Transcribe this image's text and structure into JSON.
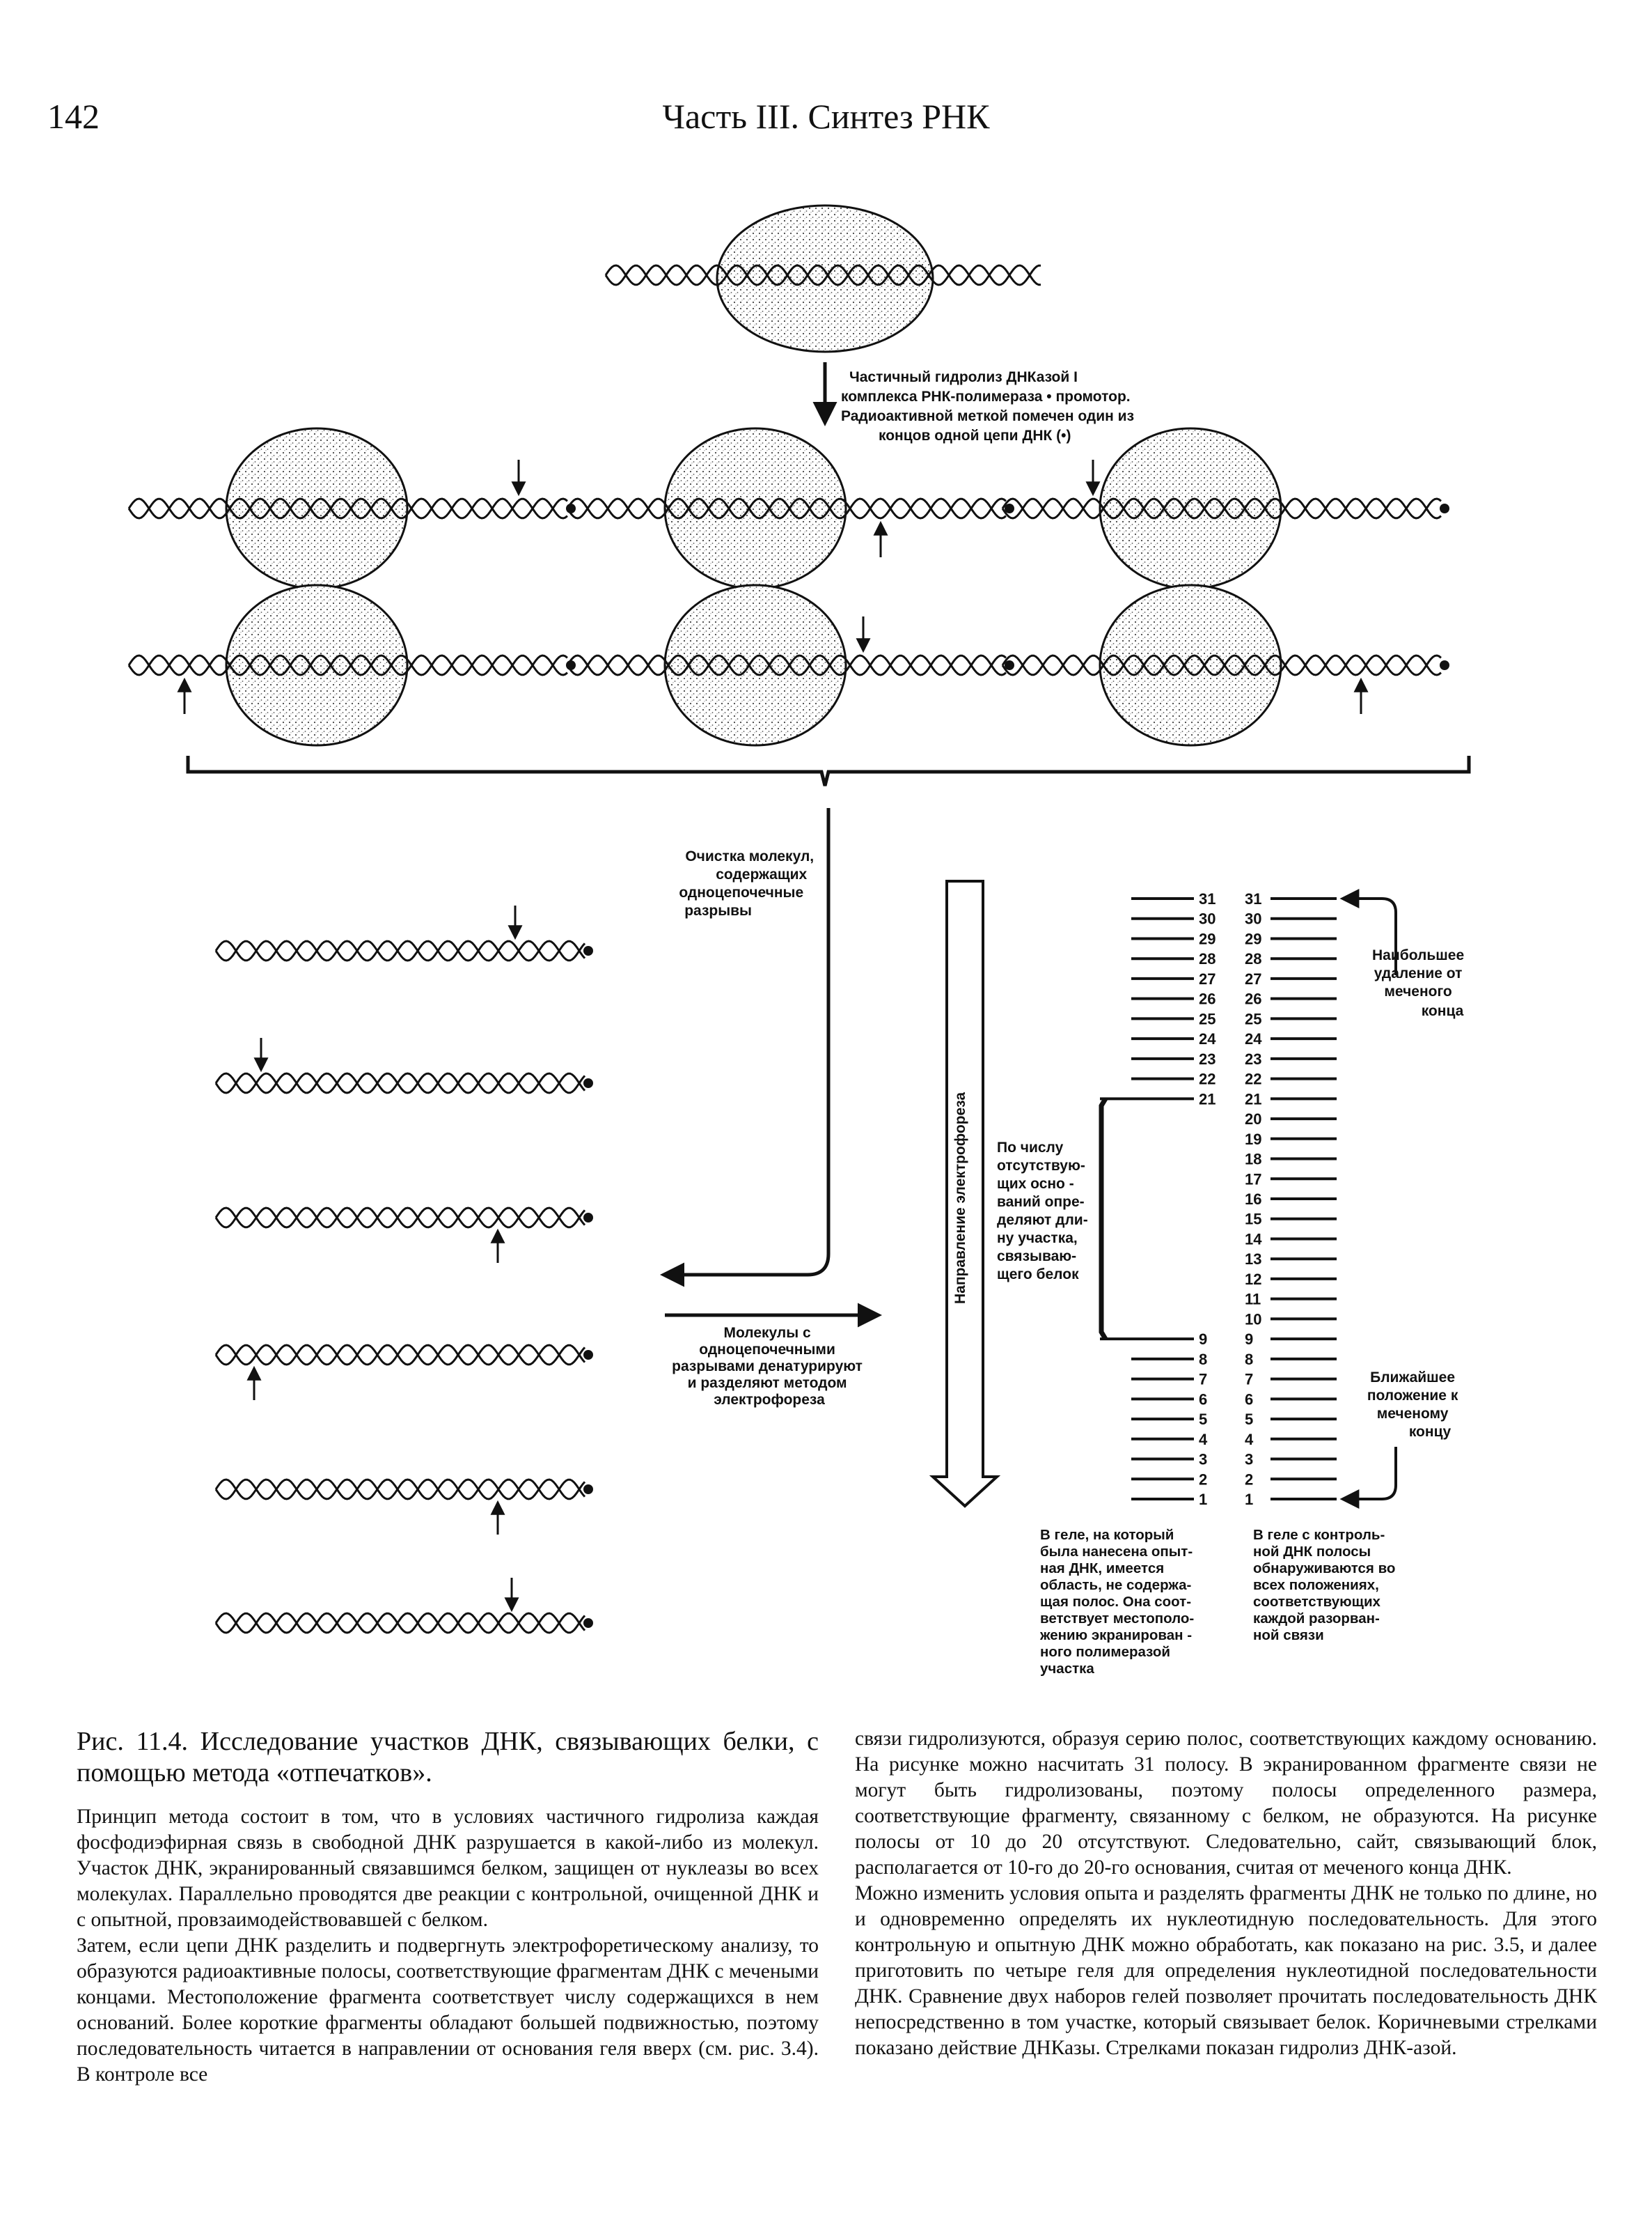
{
  "header": {
    "page_number": "142",
    "running_title": "Часть III. Синтез РНК"
  },
  "figure": {
    "step1_label": [
      "Частичный гидролиз ДНКазой I",
      "комплекса РНК-полимераза • промотор.",
      "Радиоактивной меткой помечен один из",
      "концов одной цепи ДНК (•)"
    ],
    "purify_label": [
      "Очистка молекул,",
      "содержащих",
      "одноцепочечные",
      "разрывы"
    ],
    "denature_label": [
      "Молекулы с",
      "одноцепочечными",
      "разрывами денатурируют",
      "и разделяют методом",
      "электрофореза"
    ],
    "direction_label": "Направление электрофореза",
    "count_label": [
      "По числу",
      "отсутствую-",
      "щих осно -",
      "ваний опре-",
      "деляют дли-",
      "ну участка,",
      "связываю-",
      "щего белок"
    ],
    "farthest_label": [
      "Наибольшее",
      "удаление от",
      "меченого",
      "конца"
    ],
    "nearest_label": [
      "Ближайшее",
      "положение к",
      "меченому",
      "концу"
    ],
    "gel_experimental_caption": [
      "В геле, на который",
      "была нанесена опыт-",
      "ная ДНК, имеется",
      "область, не содержа-",
      "щая полос. Она соот-",
      "ветствует местополо-",
      "жению экранирован -",
      "ного полимеразой",
      "участка"
    ],
    "gel_control_caption": [
      "В геле с контроль-",
      "ной ДНК полосы",
      "обнаруживаются во",
      "всех положениях,",
      "соответствующих",
      "каждой разорван-",
      "ной связи"
    ],
    "experimental_bands": [
      "31",
      "30",
      "29",
      "28",
      "27",
      "26",
      "25",
      "24",
      "23",
      "22",
      "21",
      "9",
      "8",
      "7",
      "6",
      "5",
      "4",
      "3",
      "2",
      "1"
    ],
    "control_bands": [
      "31",
      "30",
      "29",
      "28",
      "27",
      "26",
      "25",
      "24",
      "23",
      "22",
      "21",
      "20",
      "19",
      "18",
      "17",
      "16",
      "15",
      "14",
      "13",
      "12",
      "11",
      "10",
      "9",
      "8",
      "7",
      "6",
      "5",
      "4",
      "3",
      "2",
      "1"
    ]
  },
  "caption": {
    "title": "Рис. 11.4. Исследование участков ДНК, связывающих белки, с помощью метода «отпечатков».",
    "paragraphs_left": [
      "Принцип метода состоит в том, что в условиях частичного гидролиза каждая фосфодиэфирная связь в свободной ДНК разрушается в какой-либо из молекул. Участок ДНК, экранированный связавшимся белком, защищен от нуклеазы во всех молекулах. Параллельно проводятся две реакции с контрольной, очищенной ДНК и с опытной, провзаимодействовавшей с белком.",
      "Затем, если цепи ДНК разделить и подвергнуть электрофоретическому анализу, то образуются радиоактивные полосы, соответствующие фрагментам ДНК с мечеными концами. Местоположение фрагмента соответствует числу содержащихся в нем оснований. Более короткие фрагменты обладают большей подвижностью, поэтому последовательность читается в направлении от основания геля вверх (см. рис. 3.4). В контроле все"
    ],
    "paragraphs_right": [
      "связи гидролизуются, образуя серию полос, соответствующих каждому основанию. На рисунке можно насчитать 31 полосу. В экранированном фрагменте связи не могут быть гидролизованы, поэтому полосы определенного размера, соответствующие фрагменту, связанному с белком, не образуются. На рисунке полосы от 10 до 20 отсутствуют. Следовательно, сайт, связывающий блок, располагается от 10-го до 20-го основания, считая от меченого конца ДНК.",
      "Можно изменить условия опыта и разделять фрагменты ДНК не только по длине, но и одновременно определять их нуклеотидную последовательность. Для этого контрольную и опытную ДНК можно обработать, как показано на рис. 3.5, и далее приготовить по четыре геля для определения нуклеотидной последовательности ДНК. Сравнение двух наборов гелей позволяет прочитать последовательность ДНК непосредственно в том участке, который связывает белок. Коричневыми стрелками показано действие ДНКазы. Стрелками показан гидролиз ДНК-азой."
    ]
  }
}
